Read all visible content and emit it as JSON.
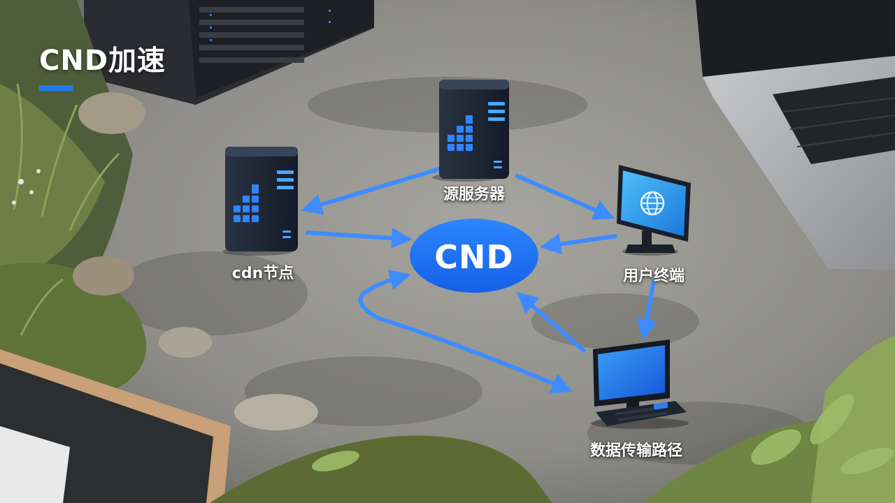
{
  "title": "CND加速",
  "hub": {
    "label": "CND"
  },
  "nodes": {
    "origin": {
      "label": "源服务器"
    },
    "cdn": {
      "label": "cdn节点"
    },
    "user": {
      "label": "用户终端"
    },
    "path": {
      "label": "数据传输路径"
    }
  },
  "colors": {
    "accent": "#1e7bf0",
    "hub": "#1a73f0",
    "arrow": "#3d8cff",
    "server_body": "#1c2433",
    "screen": "#3fa6ee"
  }
}
